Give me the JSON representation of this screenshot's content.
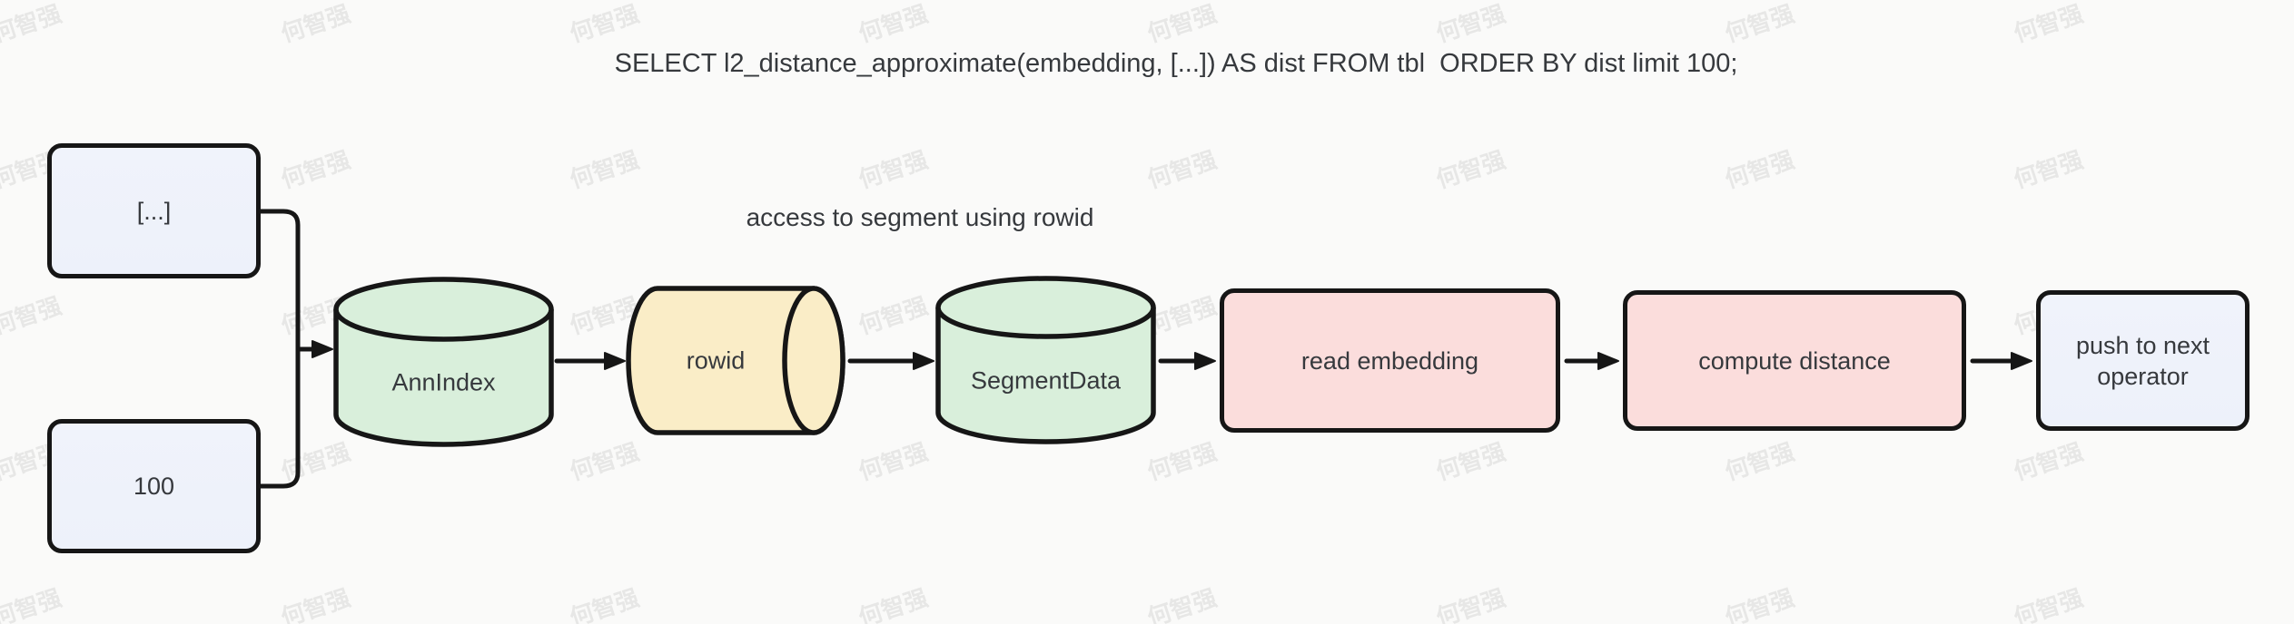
{
  "title": "SELECT l2_distance_approximate(embedding, [...]) AS dist FROM tbl  ORDER BY dist limit 100;",
  "annotation": "access to segment using rowid",
  "watermark": {
    "text": "何智强"
  },
  "colors": {
    "bg": "#fafaf9",
    "ink": "#161616",
    "text": "#36393d",
    "lavender": "#edf1fa",
    "green": "#d9efdb",
    "yellow": "#faedc7",
    "pink": "#fbdddc"
  },
  "nodes": [
    {
      "id": "query-vector",
      "label": "[...]"
    },
    {
      "id": "limit",
      "label": "100"
    },
    {
      "id": "ann-index",
      "label": "AnnIndex"
    },
    {
      "id": "rowid",
      "label": "rowid"
    },
    {
      "id": "segment-data",
      "label": "SegmentData"
    },
    {
      "id": "read-embedding",
      "label": "read embedding"
    },
    {
      "id": "compute-distance",
      "label": "compute distance"
    },
    {
      "id": "push-next-operator",
      "label": "push to next operator"
    }
  ]
}
